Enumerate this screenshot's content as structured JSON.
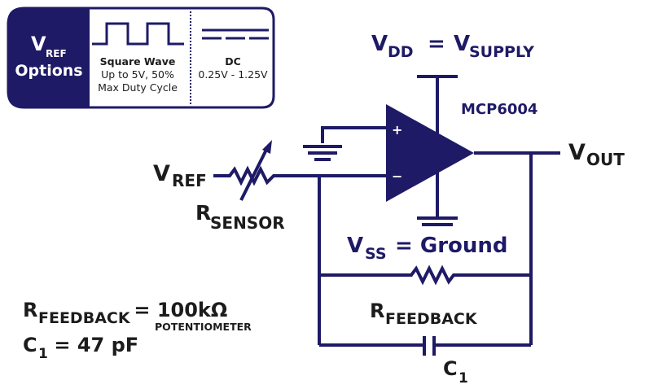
{
  "colors": {
    "primary": "#1e1a66",
    "text_dark": "#1c1c1c",
    "background": "#ffffff"
  },
  "vref_options": {
    "title_main": "V",
    "title_sub": "REF",
    "title_line2": "Options",
    "square_wave": {
      "icon": "square-wave-icon",
      "heading": "Square Wave",
      "line1": "Up to 5V, 50%",
      "line2": "Max Duty Cycle"
    },
    "dc": {
      "icon": "dc-symbol-icon",
      "heading": "DC",
      "line1": "0.25V - 1.25V"
    }
  },
  "labels": {
    "vdd": {
      "main": "V",
      "sub": "DD",
      "eq": " = ",
      "main2": "V",
      "sub2": "SUPPLY"
    },
    "chip": "MCP6004",
    "vout": {
      "main": "V",
      "sub": "OUT"
    },
    "vref": {
      "main": "V",
      "sub": "REF"
    },
    "rsensor": {
      "main": "R",
      "sub": "SENSOR"
    },
    "vss": {
      "main": "V",
      "sub": "SS",
      "rest": " = Ground"
    },
    "rfeedback": {
      "main": "R",
      "sub": "FEEDBACK"
    },
    "c1": {
      "main": "C",
      "sub": "1"
    },
    "plus": "+",
    "minus": "−"
  },
  "specs": {
    "rfeedback": {
      "main": "R",
      "sub": "FEEDBACK",
      "value": " = 100kΩ",
      "note": "POTENTIOMETER"
    },
    "c1": {
      "main": "C",
      "sub": "1",
      "value": " = 47 pF"
    }
  }
}
